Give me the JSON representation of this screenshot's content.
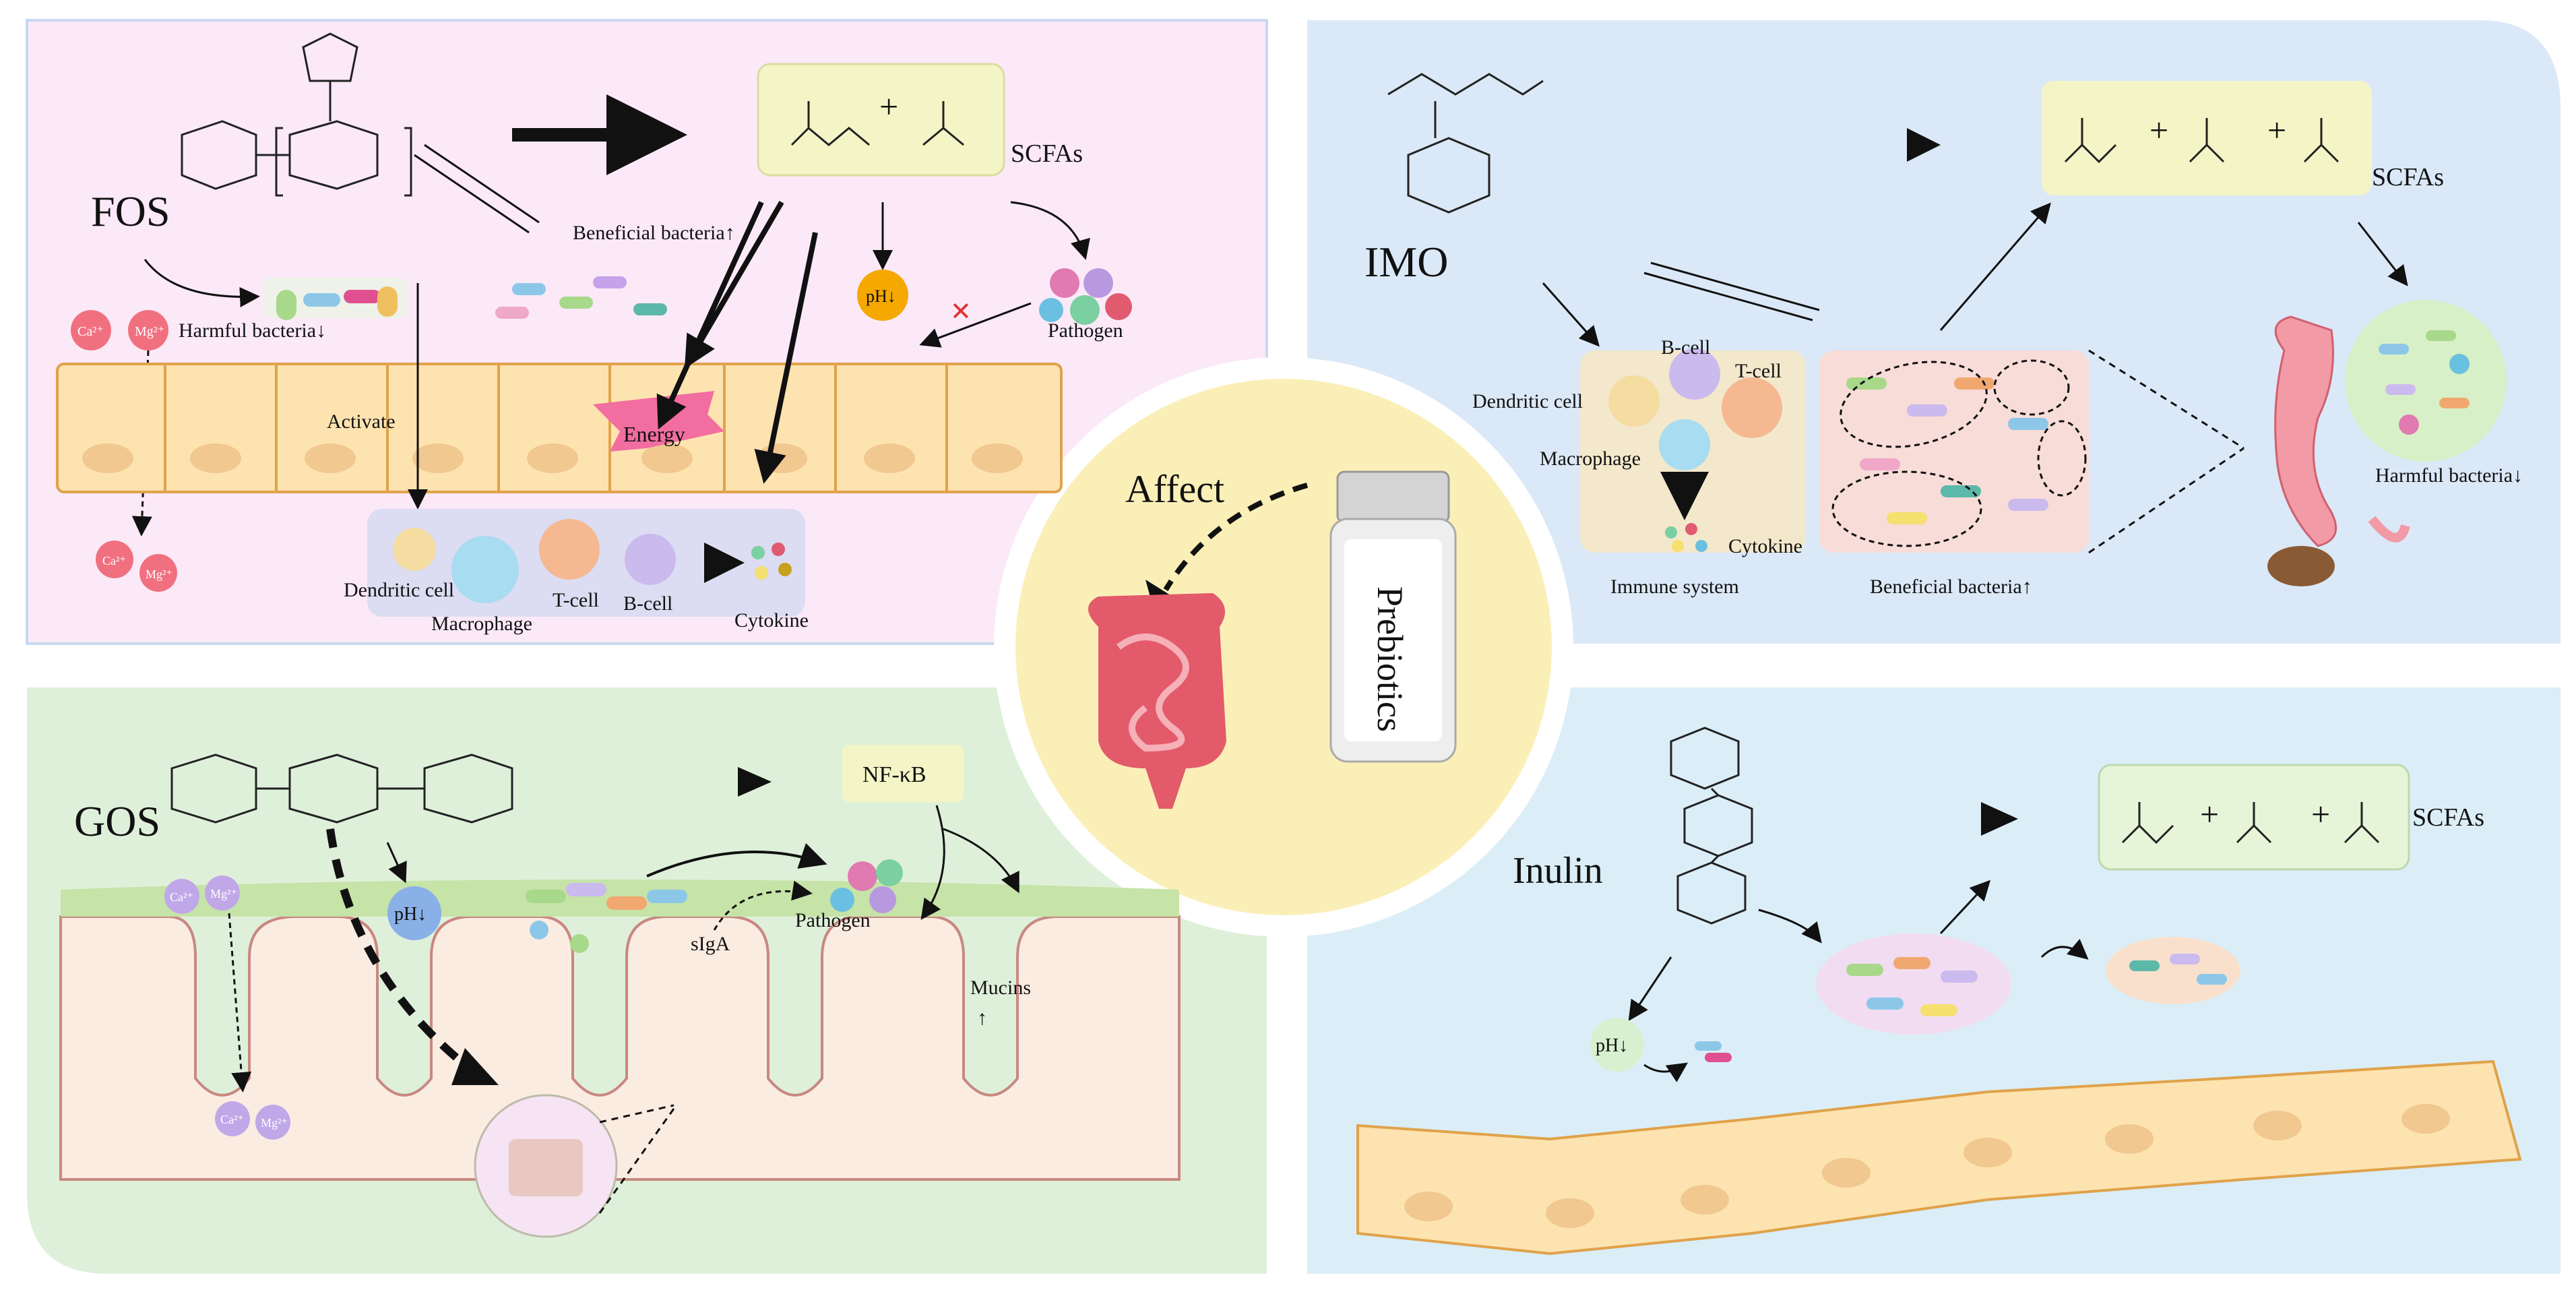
{
  "center": {
    "affect": "Affect",
    "prebiotics": "Prebiotics"
  },
  "colors": {
    "fos_bg": "#fbe9f8",
    "imo_bg": "#dbe8f7",
    "gos_bg": "#dff0da",
    "inulin_bg": "#dbeef8",
    "center_bg": "#fbefb8",
    "cell_fill": "#fde3b0",
    "cell_stroke": "#e0a24a",
    "scfa_box": "#f4f5c6",
    "gut_pink": "#f4b8bd",
    "villi_green": "#c6e3a8"
  },
  "fos": {
    "title": "FOS",
    "scfas": "SCFAs",
    "beneficial": "Beneficial bacteria↑",
    "harmful": "Harmful bacteria↓",
    "ph": "pH↓",
    "pathogen": "Pathogen",
    "activate": "Activate",
    "energy": "Energy",
    "dendritic": "Dendritic cell",
    "macrophage": "Macrophage",
    "tcell": "T-cell",
    "bcell": "B-cell",
    "cytokine": "Cytokine",
    "ca": "Ca²⁺",
    "mg": "Mg²⁺"
  },
  "imo": {
    "title": "IMO",
    "scfas": "SCFAs",
    "bcell": "B-cell",
    "tcell": "T-cell",
    "dendritic": "Dendritic cell",
    "macrophage": "Macrophage",
    "cytokine": "Cytokine",
    "immune": "Immune system",
    "beneficial": "Beneficial bacteria↑",
    "harmful": "Harmful bacteria↓"
  },
  "gos": {
    "title": "GOS",
    "nfkb": "NF-κB",
    "ph": "pH↓",
    "siga": "sIgA",
    "pathogen": "Pathogen",
    "mucins": "Mucins",
    "up": "↑",
    "ca": "Ca²⁺",
    "mg": "Mg²⁺"
  },
  "inulin": {
    "title": "Inulin",
    "scfas": "SCFAs",
    "ph": "pH↓"
  }
}
